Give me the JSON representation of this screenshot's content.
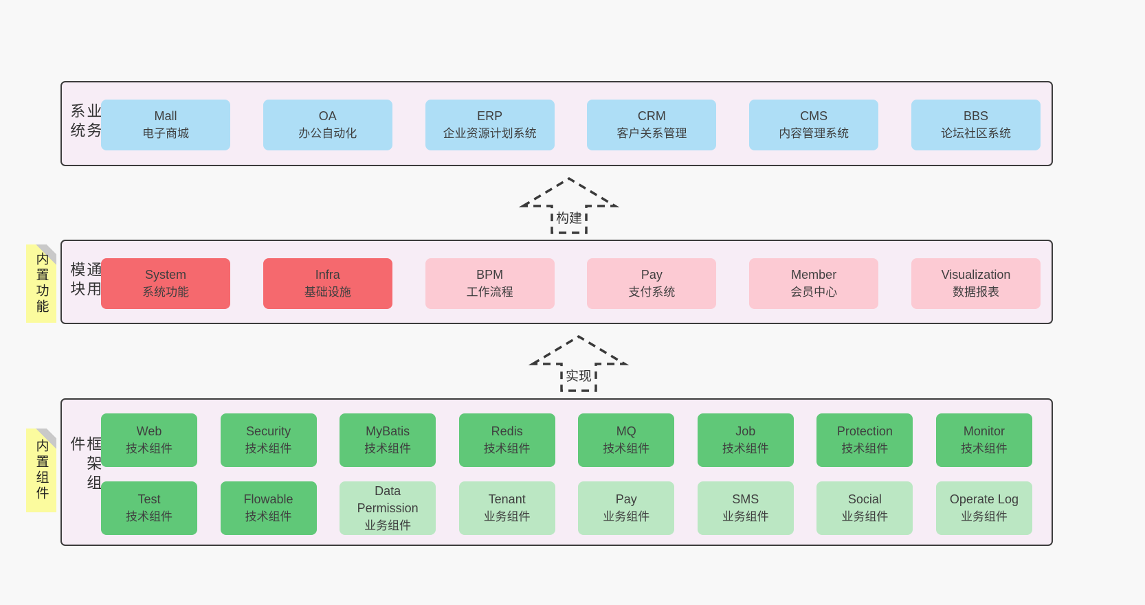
{
  "colors": {
    "page_bg": "#f8f8f8",
    "panel_bg": "#f7edf6",
    "panel_border": "#3c3c3c",
    "blue_box": "#aedef6",
    "red_box": "#f5696e",
    "pink_box": "#fccad3",
    "green_box": "#60c878",
    "light_green_box": "#bbe7c3",
    "sticky_yellow": "#fbfb9e",
    "text": "#3f3f3f"
  },
  "arrows": [
    {
      "label": "构建"
    },
    {
      "label": "实现"
    }
  ],
  "stickies": [
    {
      "label": "内置功能"
    },
    {
      "label": "内置组件"
    }
  ],
  "panels": [
    {
      "label": "业务系统",
      "boxes": [
        {
          "name": "Mall",
          "desc": "电子商城"
        },
        {
          "name": "OA",
          "desc": "办公自动化"
        },
        {
          "name": "ERP",
          "desc": "企业资源计划系统"
        },
        {
          "name": "CRM",
          "desc": "客户关系管理"
        },
        {
          "name": "CMS",
          "desc": "内容管理系统"
        },
        {
          "name": "BBS",
          "desc": "论坛社区系统"
        }
      ]
    },
    {
      "label": "通用模块",
      "boxes": [
        {
          "name": "System",
          "desc": "系统功能"
        },
        {
          "name": "Infra",
          "desc": "基础设施"
        },
        {
          "name": "BPM",
          "desc": "工作流程"
        },
        {
          "name": "Pay",
          "desc": "支付系统"
        },
        {
          "name": "Member",
          "desc": "会员中心"
        },
        {
          "name": "Visualization",
          "desc": "数据报表"
        }
      ]
    },
    {
      "label": "框架组件",
      "rows": [
        [
          {
            "name": "Web",
            "desc": "技术组件"
          },
          {
            "name": "Security",
            "desc": "技术组件"
          },
          {
            "name": "MyBatis",
            "desc": "技术组件"
          },
          {
            "name": "Redis",
            "desc": "技术组件"
          },
          {
            "name": "MQ",
            "desc": "技术组件"
          },
          {
            "name": "Job",
            "desc": "技术组件"
          },
          {
            "name": "Protection",
            "desc": "技术组件"
          },
          {
            "name": "Monitor",
            "desc": "技术组件"
          }
        ],
        [
          {
            "name": "Test",
            "desc": "技术组件"
          },
          {
            "name": "Flowable",
            "desc": "技术组件"
          },
          {
            "name": "Data Permission",
            "desc": "业务组件"
          },
          {
            "name": "Tenant",
            "desc": "业务组件"
          },
          {
            "name": "Pay",
            "desc": "业务组件"
          },
          {
            "name": "SMS",
            "desc": "业务组件"
          },
          {
            "name": "Social",
            "desc": "业务组件"
          },
          {
            "name": "Operate Log",
            "desc": "业务组件"
          }
        ]
      ]
    }
  ]
}
